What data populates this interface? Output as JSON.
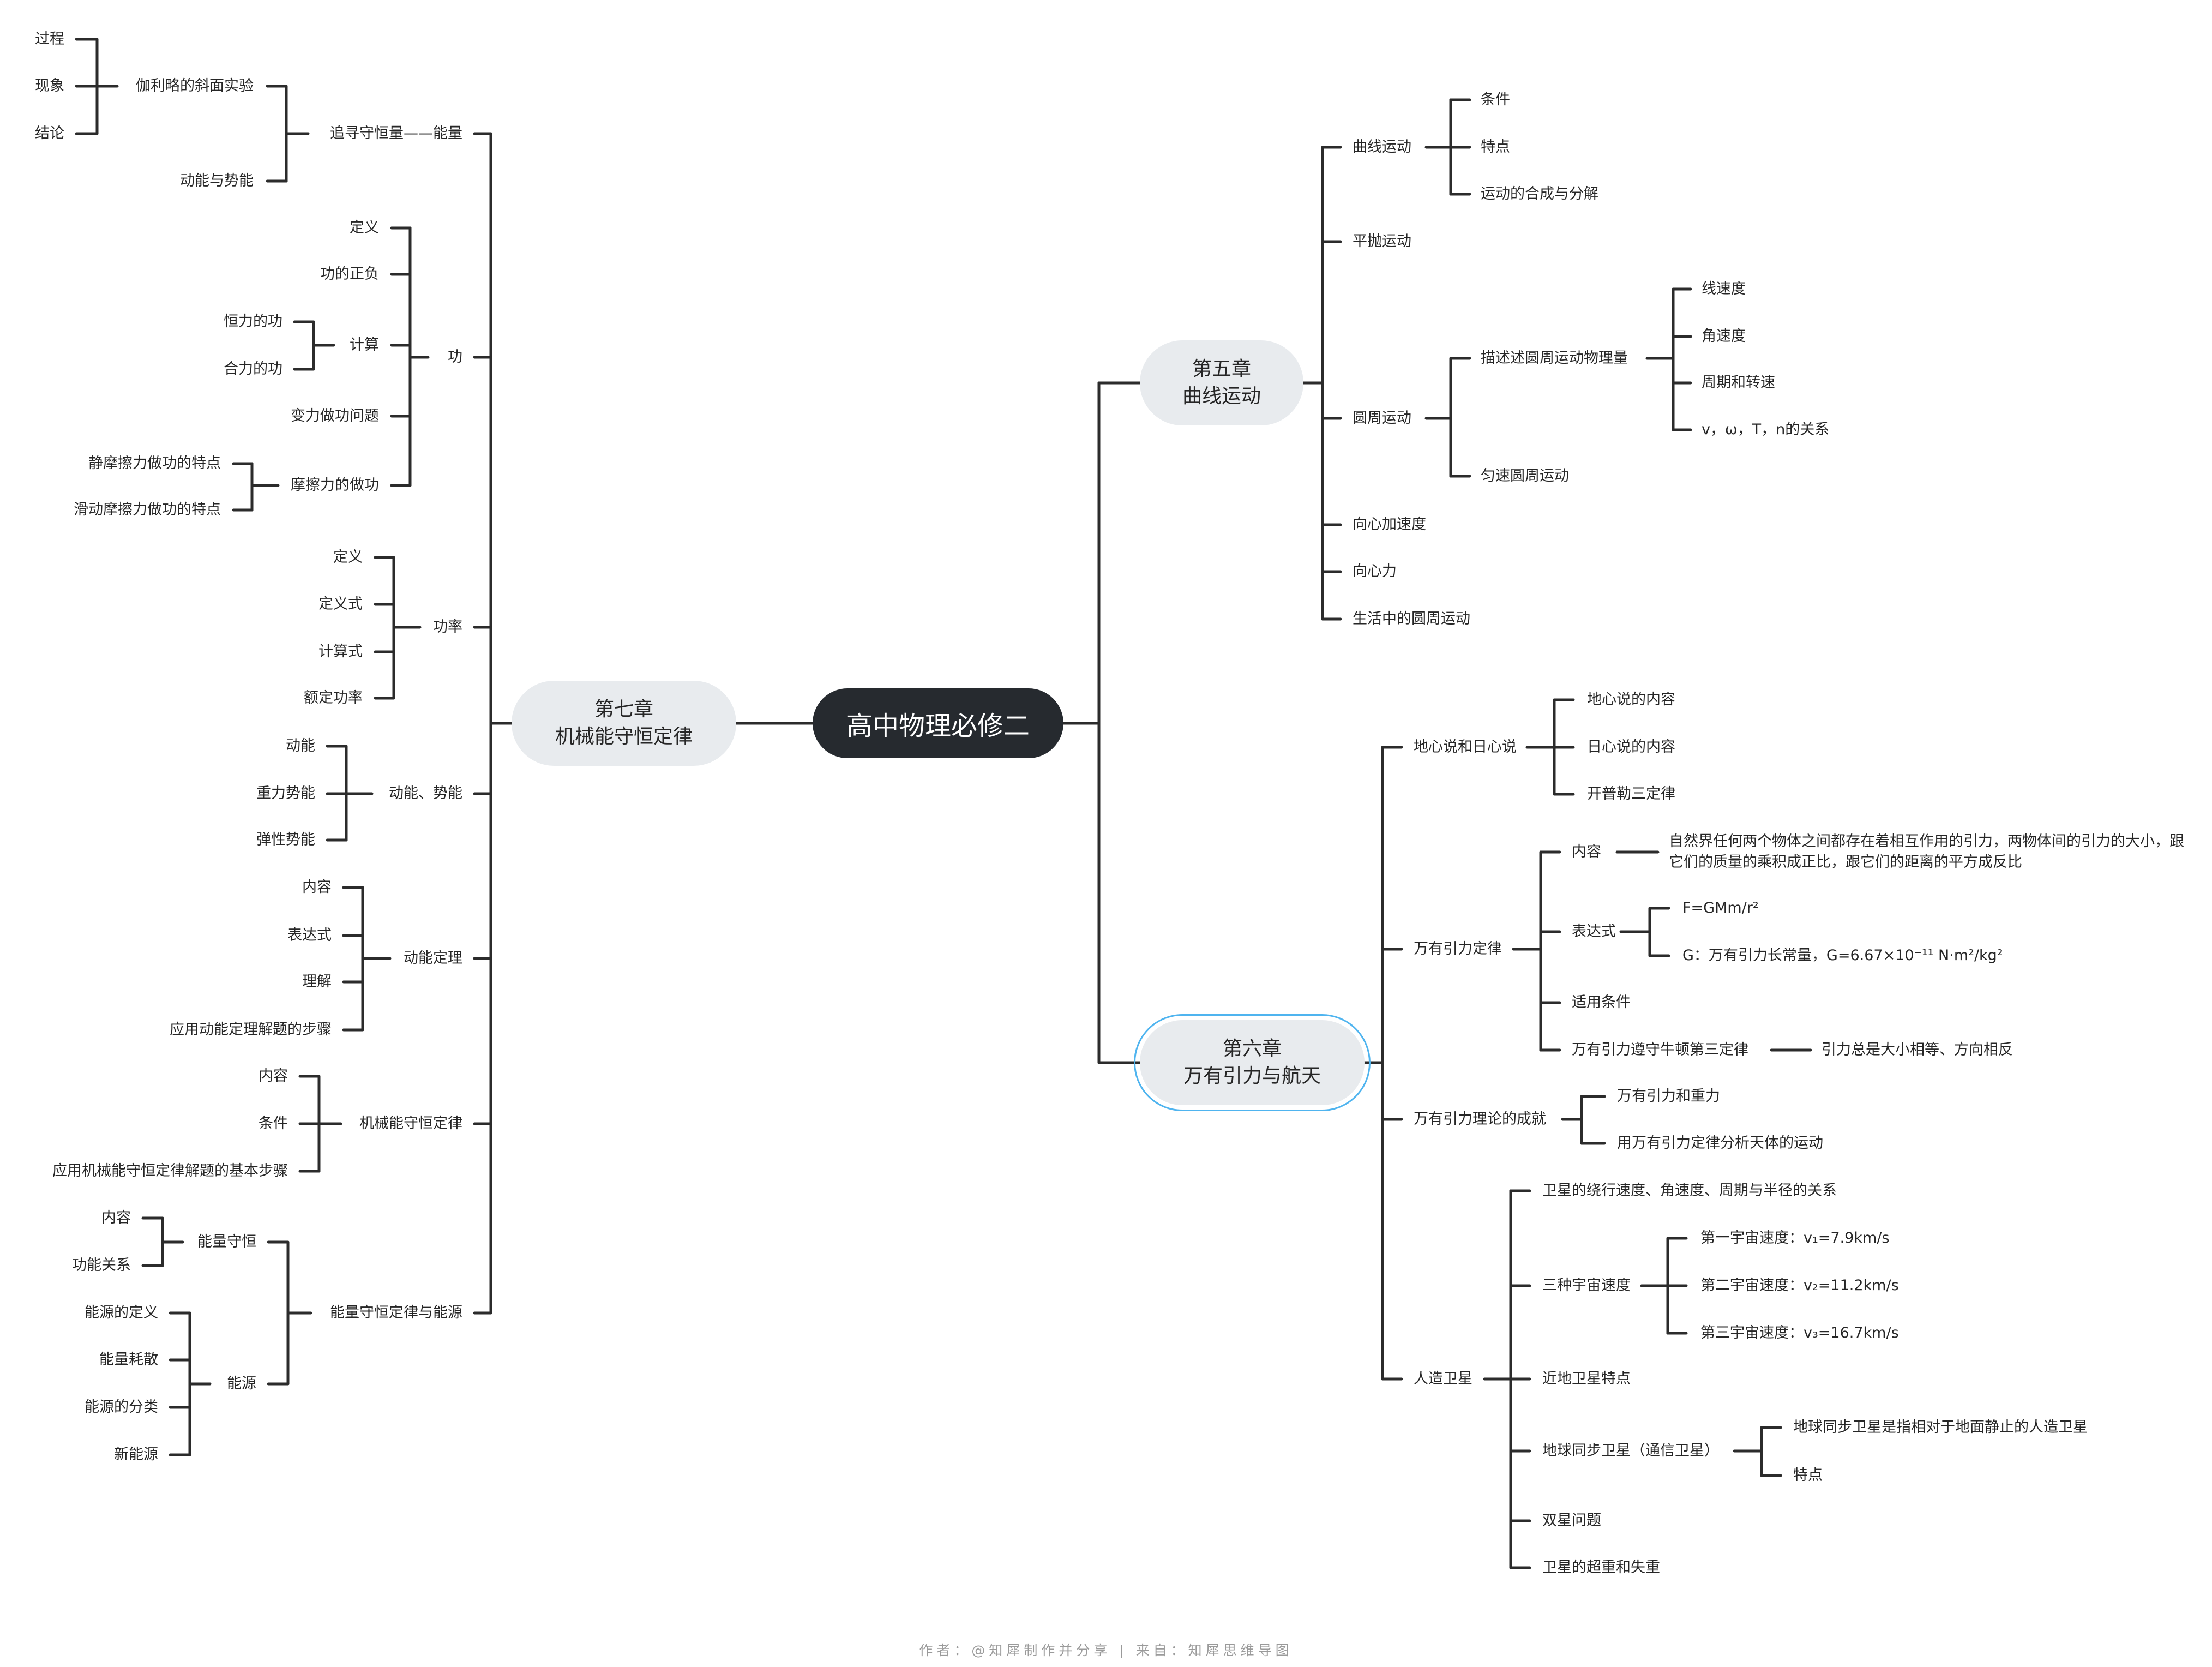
{
  "root": "高中物理必修二",
  "colors": {
    "line": "#2b2b2b",
    "root_bg": "#262a2f",
    "chapter_bg": "#e8ebee",
    "selection": "#4fb4ef"
  },
  "footer": "作者：@知犀制作并分享 | 来自：知犀思维导图",
  "branches": {
    "ch5": {
      "title_line1": "第五章",
      "title_line2": "曲线运动",
      "items": [
        {
          "label": "曲线运动",
          "children": [
            {
              "label": "条件"
            },
            {
              "label": "特点"
            },
            {
              "label": "运动的合成与分解"
            }
          ]
        },
        {
          "label": "平抛运动"
        },
        {
          "label": "圆周运动",
          "children": [
            {
              "label": "描述述圆周运动物理量",
              "children": [
                {
                  "label": "线速度"
                },
                {
                  "label": "角速度"
                },
                {
                  "label": "周期和转速"
                },
                {
                  "label": "v，ω，T，n的关系"
                }
              ]
            },
            {
              "label": "匀速圆周运动"
            }
          ]
        },
        {
          "label": "向心加速度"
        },
        {
          "label": "向心力"
        },
        {
          "label": "生活中的圆周运动"
        }
      ]
    },
    "ch6": {
      "title_line1": "第六章",
      "title_line2": "万有引力与航天",
      "items": [
        {
          "label": "地心说和日心说",
          "children": [
            {
              "label": "地心说的内容"
            },
            {
              "label": "日心说的内容"
            },
            {
              "label": "开普勒三定律"
            }
          ]
        },
        {
          "label": "万有引力定律",
          "children": [
            {
              "label": "内容",
              "children": [
                {
                  "label": "自然界任何两个物体之间都存在着相互作用的引力，两物体间的引力的大小，跟它们的质量的乘积成正比，跟它们的距离的平方成反比"
                }
              ]
            },
            {
              "label": "表达式",
              "children": [
                {
                  "label": "F=GMm/r²"
                },
                {
                  "label": "G：万有引力长常量，G=6.67×10⁻¹¹ N·m²/kg²"
                }
              ]
            },
            {
              "label": "适用条件"
            },
            {
              "label": "万有引力遵守牛顿第三定律",
              "children": [
                {
                  "label": "引力总是大小相等、方向相反"
                }
              ]
            }
          ]
        },
        {
          "label": "万有引力理论的成就",
          "children": [
            {
              "label": "万有引力和重力"
            },
            {
              "label": "用万有引力定律分析天体的运动"
            }
          ]
        },
        {
          "label": "人造卫星",
          "children": [
            {
              "label": "卫星的绕行速度、角速度、周期与半径的关系"
            },
            {
              "label": "三种宇宙速度",
              "children": [
                {
                  "label": "第一宇宙速度：v₁=7.9km/s"
                },
                {
                  "label": "第二宇宙速度：v₂=11.2km/s"
                },
                {
                  "label": "第三宇宙速度：v₃=16.7km/s"
                }
              ]
            },
            {
              "label": "近地卫星特点"
            },
            {
              "label": "地球同步卫星（通信卫星）",
              "children": [
                {
                  "label": "地球同步卫星是指相对于地面静止的人造卫星"
                },
                {
                  "label": "特点"
                }
              ]
            },
            {
              "label": "双星问题"
            },
            {
              "label": "卫星的超重和失重"
            }
          ]
        }
      ]
    },
    "ch7": {
      "title_line1": "第七章",
      "title_line2": "机械能守恒定律",
      "items": [
        {
          "label": "追寻守恒量——能量",
          "children": [
            {
              "label": "伽利略的斜面实验",
              "children": [
                {
                  "label": "过程"
                },
                {
                  "label": "现象"
                },
                {
                  "label": "结论"
                }
              ]
            },
            {
              "label": "动能与势能"
            }
          ]
        },
        {
          "label": "功",
          "children": [
            {
              "label": "定义"
            },
            {
              "label": "功的正负"
            },
            {
              "label": "计算",
              "children": [
                {
                  "label": "恒力的功"
                },
                {
                  "label": "合力的功"
                }
              ]
            },
            {
              "label": "变力做功问题"
            },
            {
              "label": "摩擦力的做功",
              "children": [
                {
                  "label": "静摩擦力做功的特点"
                },
                {
                  "label": "滑动摩擦力做功的特点"
                }
              ]
            }
          ]
        },
        {
          "label": "功率",
          "children": [
            {
              "label": "定义"
            },
            {
              "label": "定义式"
            },
            {
              "label": "计算式"
            },
            {
              "label": "额定功率"
            }
          ]
        },
        {
          "label": "动能、势能",
          "children": [
            {
              "label": "动能"
            },
            {
              "label": "重力势能"
            },
            {
              "label": "弹性势能"
            }
          ]
        },
        {
          "label": "动能定理",
          "children": [
            {
              "label": "内容"
            },
            {
              "label": "表达式"
            },
            {
              "label": "理解"
            },
            {
              "label": "应用动能定理解题的步骤"
            }
          ]
        },
        {
          "label": "机械能守恒定律",
          "children": [
            {
              "label": "内容"
            },
            {
              "label": "条件"
            },
            {
              "label": "应用机械能守恒定律解题的基本步骤"
            }
          ]
        },
        {
          "label": "能量守恒定律与能源",
          "children": [
            {
              "label": "能量守恒",
              "children": [
                {
                  "label": "内容"
                },
                {
                  "label": "功能关系"
                }
              ]
            },
            {
              "label": "能源",
              "children": [
                {
                  "label": "能源的定义"
                },
                {
                  "label": "能量耗散"
                },
                {
                  "label": "能源的分类"
                },
                {
                  "label": "新能源"
                }
              ]
            }
          ]
        }
      ]
    }
  }
}
